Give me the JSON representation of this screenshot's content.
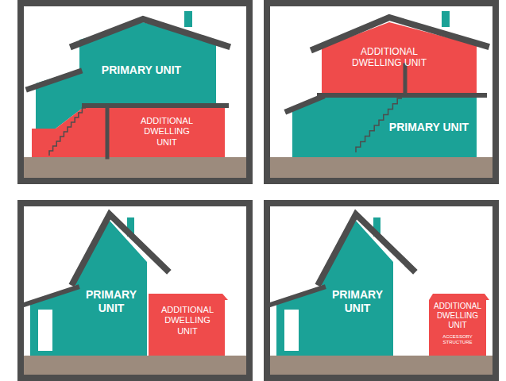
{
  "diagram": {
    "nodes": [
      {
        "text": [
          "PRIMARY UNIT"
        ]
      },
      {
        "text": [
          "ADDITIONAL DWELLING UNIT"
        ]
      },
      {
        "text": [
          "ADDITIONAL DWELLING UNIT"
        ]
      },
      {
        "text": [
          "PRIMARY UNIT"
        ]
      },
      {
        "text": [
          "PRIMARY UNIT"
        ]
      },
      {
        "text": [
          "ADDITIONAL DWELLING UNIT"
        ]
      },
      {
        "text": [
          "PRIMARY UNIT"
        ]
      },
      {
        "text": [
          "ADDITIONAL DWELLING UNIT",
          "ACCESSORY STRUCTURE"
        ]
      }
    ]
  }
}
